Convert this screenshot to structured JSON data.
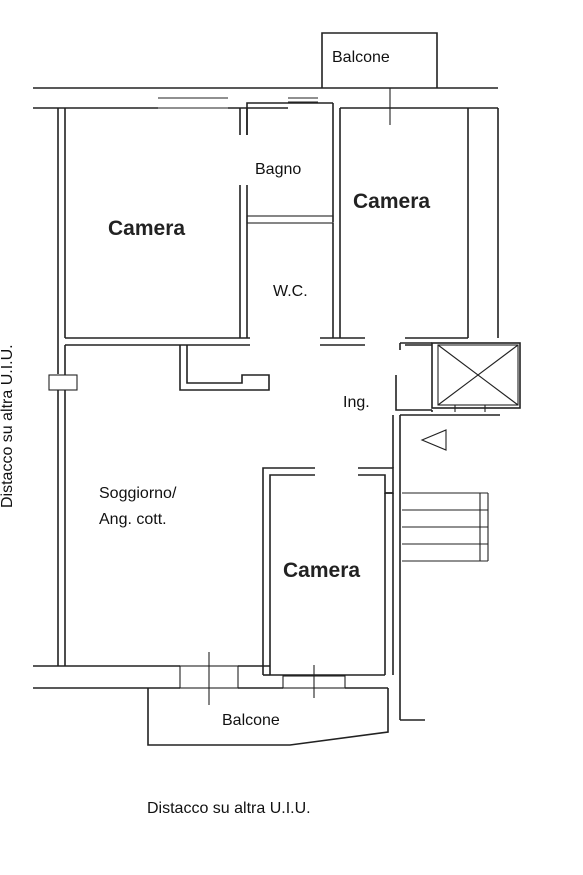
{
  "plan": {
    "rooms": {
      "camera_left": "Camera",
      "camera_right": "Camera",
      "camera_bottom": "Camera",
      "bagno": "Bagno",
      "wc": "W.C.",
      "ingresso": "Ing.",
      "soggiorno_line1": "Soggiorno/",
      "soggiorno_line2": "Ang. cott."
    },
    "balconies": {
      "top": "Balcone",
      "bottom": "Balcone"
    },
    "notes": {
      "bottom": "Distacco su altra U.I.U.",
      "left": "Distacco su altra U.I.U."
    }
  }
}
